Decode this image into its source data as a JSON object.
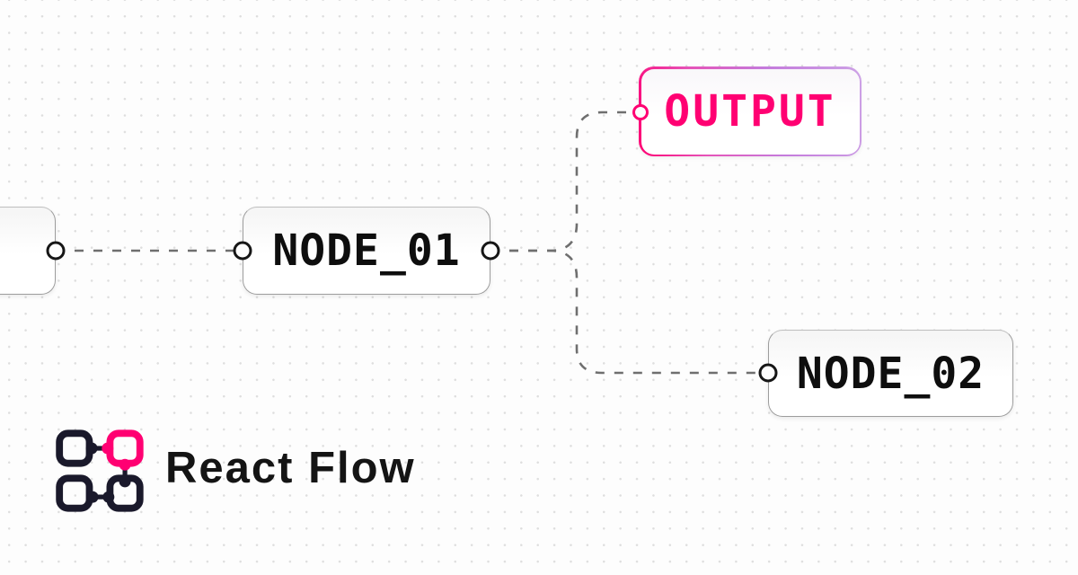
{
  "canvas": {
    "background_color": "#fdfdfd",
    "dot_color": "#dedede",
    "edge_color": "#6f6f6f",
    "edge_style": "dashed"
  },
  "nodes": [
    {
      "id": "partial-left-node",
      "label": ""
    },
    {
      "id": "node-01",
      "label": "NODE_01"
    },
    {
      "id": "output",
      "label": "OUTPUT"
    },
    {
      "id": "node-02",
      "label": "NODE_02"
    }
  ],
  "edges": [
    {
      "from": "partial-left-node",
      "to": "node-01",
      "style": "dashed"
    },
    {
      "from": "node-01",
      "to": "output",
      "style": "dashed"
    },
    {
      "from": "node-01",
      "to": "node-02",
      "style": "dashed"
    }
  ],
  "colors": {
    "brand_pink": "#ff0072",
    "gradient_purple": "#c47bdc",
    "logo_dark": "#1a192b",
    "node_border_gray": "#9d9d9d",
    "node_text": "#0e0e0e"
  },
  "branding": {
    "wordmark": "React Flow"
  }
}
